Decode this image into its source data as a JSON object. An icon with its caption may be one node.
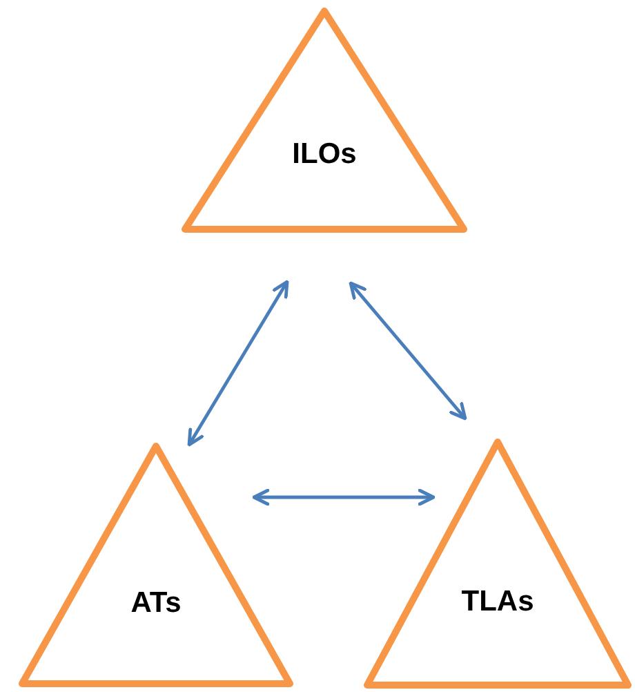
{
  "diagram": {
    "nodes": [
      {
        "text": [
          "ILOs"
        ]
      },
      {
        "text": [
          "ATs"
        ]
      },
      {
        "text": [
          "TLAs"
        ]
      }
    ],
    "edges": [
      {
        "from": 0,
        "to": 1,
        "arrow": "both"
      },
      {
        "from": 0,
        "to": 2,
        "arrow": "both"
      },
      {
        "from": 1,
        "to": 2,
        "arrow": "both"
      }
    ]
  }
}
